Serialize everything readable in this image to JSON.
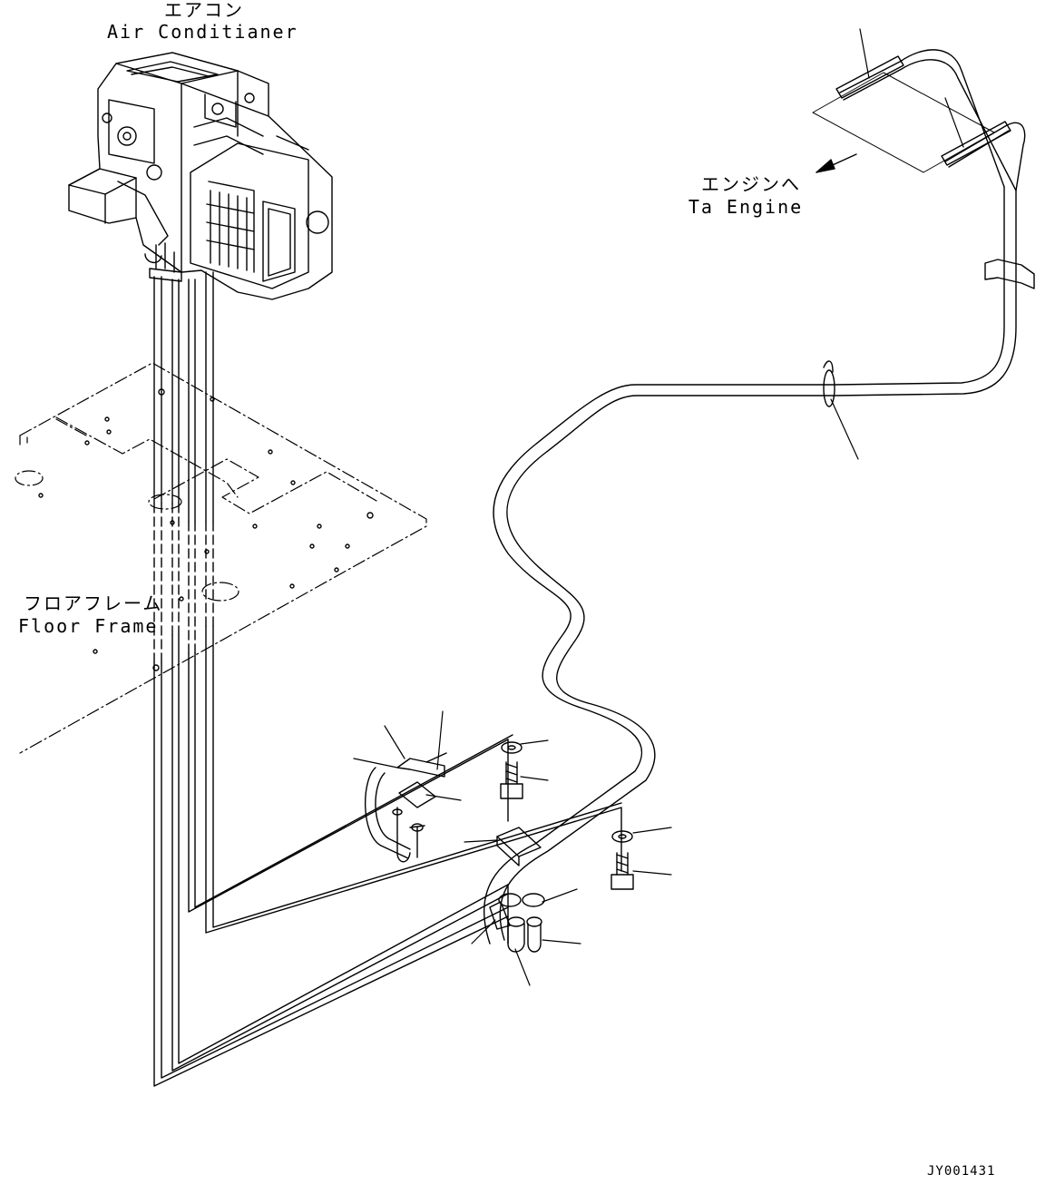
{
  "labels": {
    "air_conditioner_jp": "エアコン",
    "air_conditioner_en": "Air Conditianer",
    "to_engine_jp": "エンジンへ",
    "to_engine_en": "Ta Engine",
    "floor_frame_jp": "フロアフレーム",
    "floor_frame_en": "Floor Frame",
    "drawing_number": "JY001431"
  },
  "colors": {
    "line": "#000000",
    "background": "#ffffff"
  }
}
